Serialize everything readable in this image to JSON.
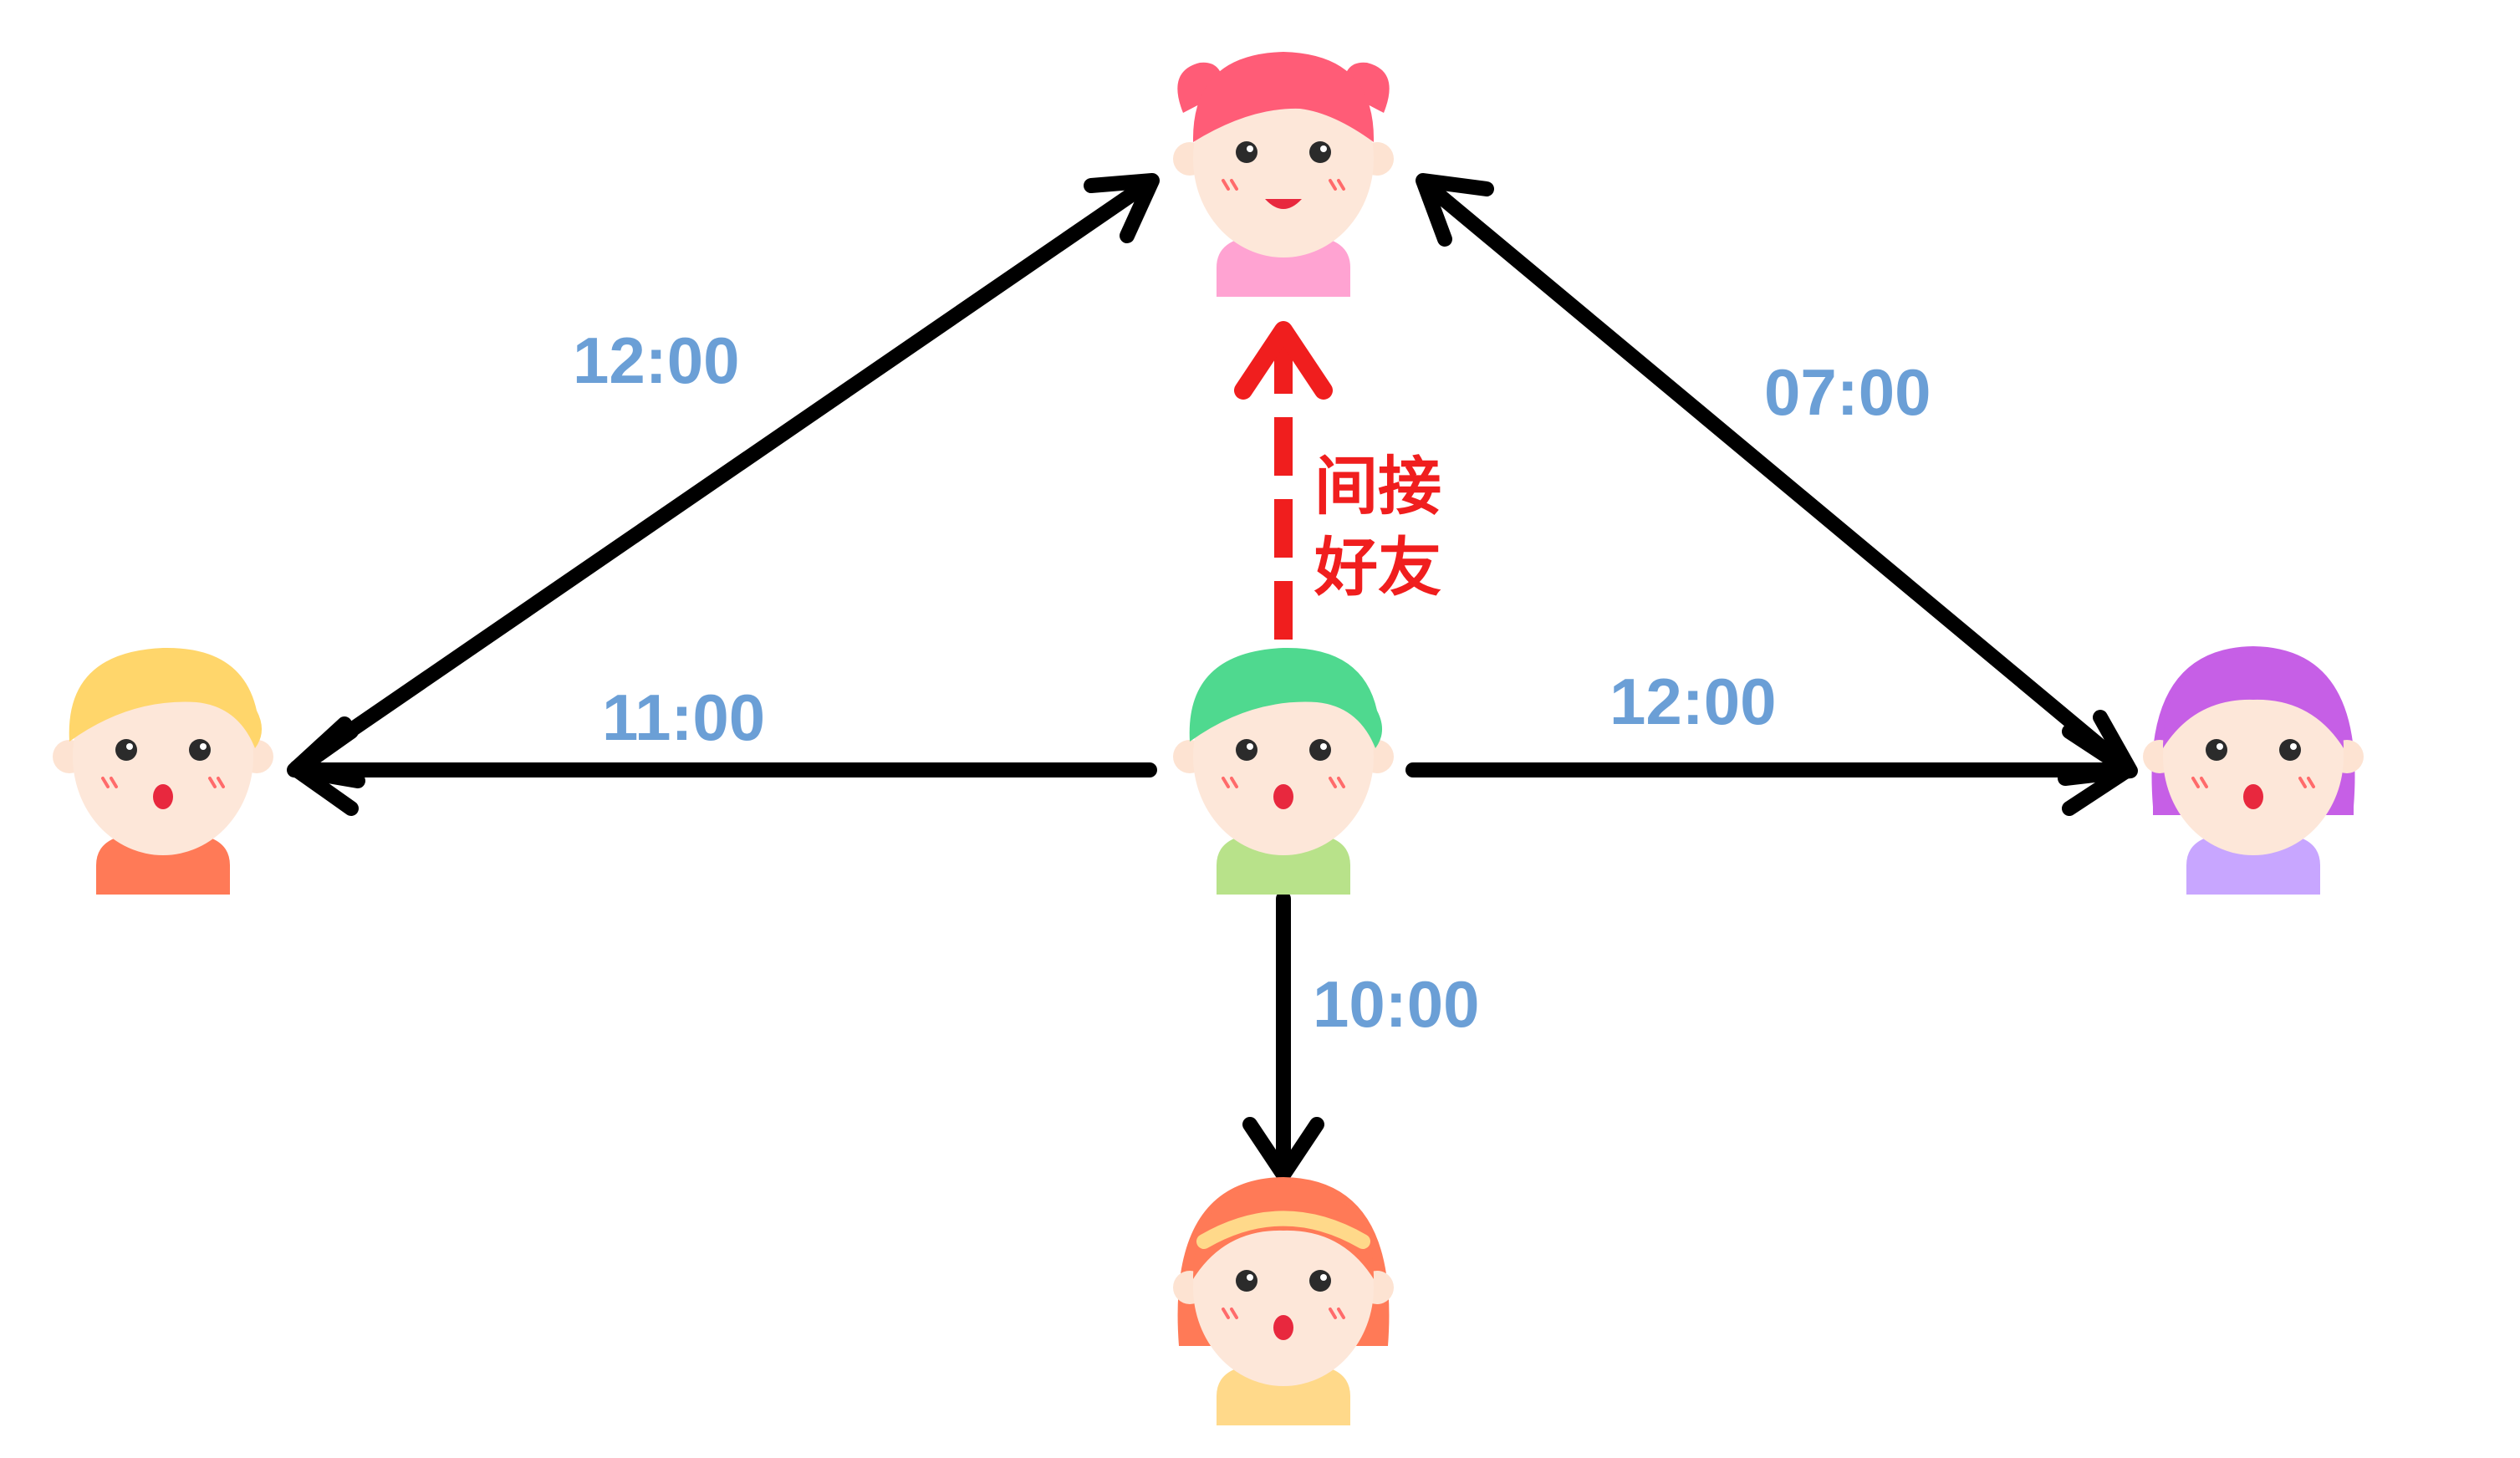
{
  "edges": [
    {
      "id": "center-to-left",
      "label": "11:00"
    },
    {
      "id": "center-to-right",
      "label": "12:00"
    },
    {
      "id": "center-to-bottom",
      "label": "10:00"
    },
    {
      "id": "left-top",
      "label": "12:00"
    },
    {
      "id": "right-top",
      "label": "07:00"
    },
    {
      "id": "center-to-top-indirect",
      "label_line1": "间接",
      "label_line2": "好友"
    }
  ],
  "colors": {
    "arrow": "#000000",
    "indirect_arrow": "#f01e1e",
    "time_label": "#6b9fd6",
    "indirect_label": "#f01e1e"
  },
  "people": [
    {
      "id": "top-girl",
      "hair": "#ff5c77",
      "shirt": "#ffa3d2",
      "icon": "girl-pigtails-icon"
    },
    {
      "id": "left-boy",
      "hair": "#ffd66b",
      "shirt": "#ff7a57",
      "icon": "boy-icon"
    },
    {
      "id": "center-boy",
      "hair": "#4fd98f",
      "shirt": "#b8e28a",
      "icon": "boy-icon"
    },
    {
      "id": "right-girl",
      "hair": "#c65fe6",
      "shirt": "#c8a6ff",
      "icon": "girl-bob-icon"
    },
    {
      "id": "bottom-girl",
      "hair": "#ff7a57",
      "shirt": "#ffd98a",
      "icon": "girl-headband-icon"
    }
  ]
}
